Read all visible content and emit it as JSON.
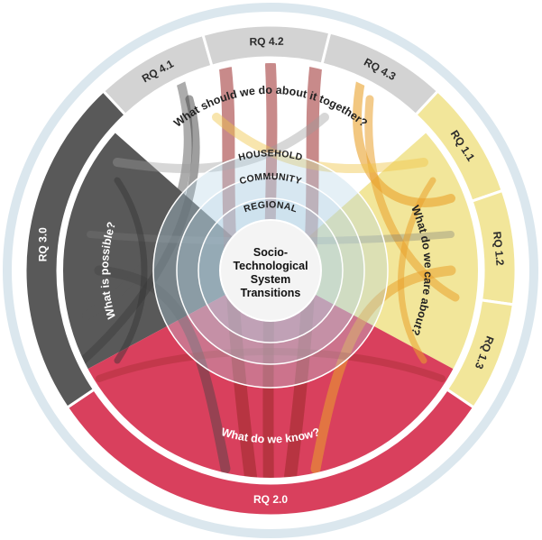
{
  "outer_segments": [
    {
      "id": "rq-4-1",
      "label": "RQ 4.1",
      "color": "#d3d3d3",
      "text": "dark"
    },
    {
      "id": "rq-4-2",
      "label": "RQ 4.2",
      "color": "#d3d3d3",
      "text": "dark"
    },
    {
      "id": "rq-4-3",
      "label": "RQ 4.3",
      "color": "#d3d3d3",
      "text": "dark"
    },
    {
      "id": "rq-1-1",
      "label": "RQ 1.1",
      "color": "#f2e69a",
      "text": "dark"
    },
    {
      "id": "rq-1-2",
      "label": "RQ 1.2",
      "color": "#f2e69a",
      "text": "dark"
    },
    {
      "id": "rq-1-3",
      "label": "RQ 1.3",
      "color": "#f2e69a",
      "text": "dark"
    },
    {
      "id": "rq-2-0",
      "label": "RQ 2.0",
      "color": "#d9405d",
      "text": "light"
    },
    {
      "id": "rq-3-0",
      "label": "RQ 3.0",
      "color": "#595959",
      "text": "light"
    }
  ],
  "questions": {
    "top": "What should we do about it together?",
    "right": "What do we care about?",
    "bottom": "What do we know?",
    "left": "What is possible?"
  },
  "scales": {
    "household": "HOUSEHOLD",
    "community": "COMMUNITY",
    "regional": "REGIONAL"
  },
  "center": {
    "lines": [
      "Socio-",
      "Technological",
      "System",
      "Transitions"
    ]
  },
  "colors": {
    "frame": "#dbe7ee",
    "gray_light": "#d3d3d3",
    "yellow_light": "#f2e69a",
    "yellow_mid": "#f0c64a",
    "orange": "#e9a12c",
    "red": "#d9405d",
    "red_dark": "#9b2a2a",
    "gray_dark": "#595959",
    "blue_light": "#b5d3e6"
  }
}
